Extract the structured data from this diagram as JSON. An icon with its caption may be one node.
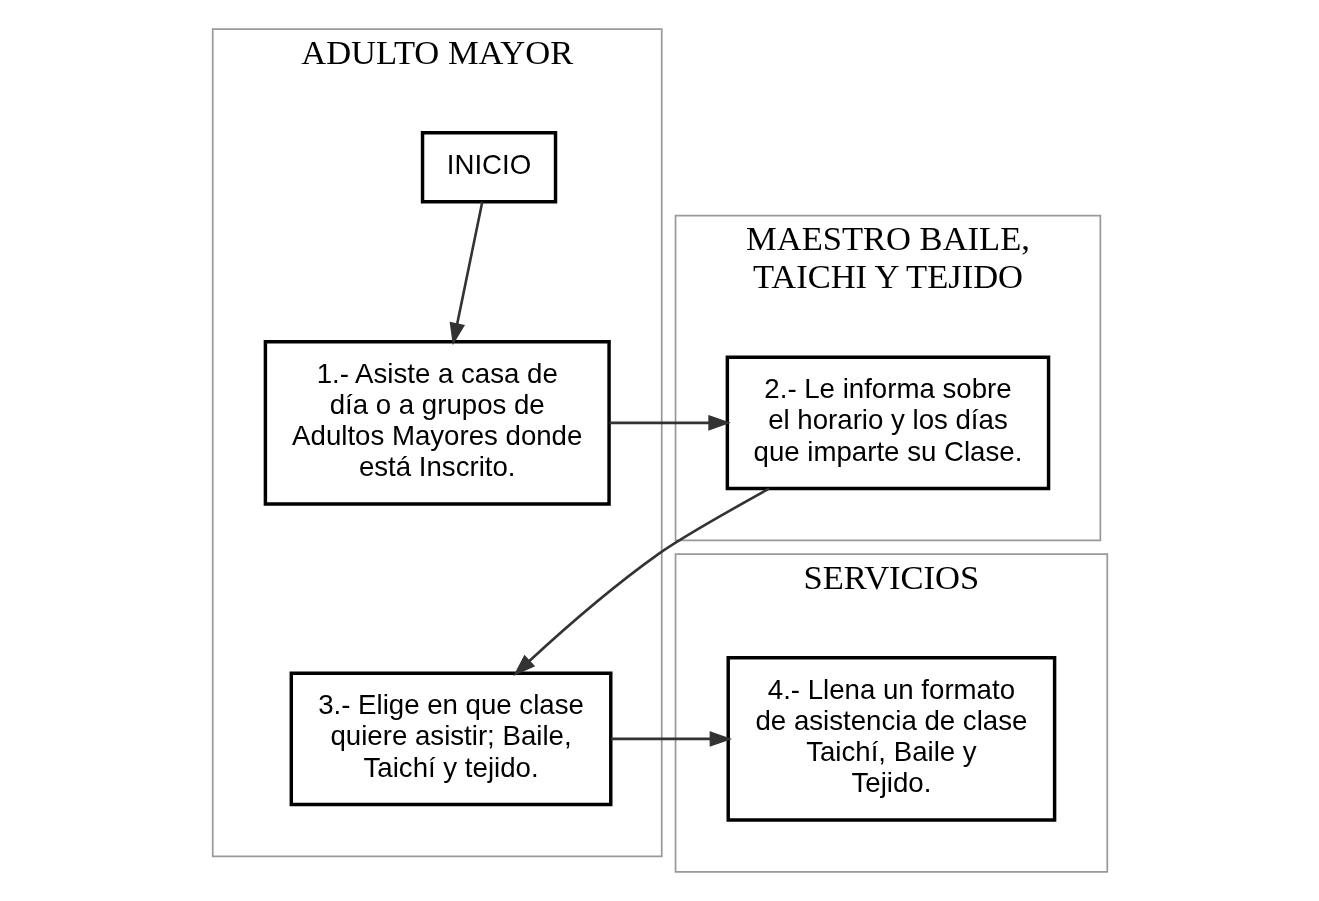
{
  "diagram": {
    "nodes": [
      {
        "text": [
          "ADULTO MAYOR"
        ]
      },
      {
        "text": [
          "MAESTRO BAILE, TAICHI Y TEJIDO"
        ]
      },
      {
        "text": [
          "SERVICIOS"
        ]
      },
      {
        "text": [
          "INICIO"
        ],
        "in": 0
      },
      {
        "text": [
          "1.- Asiste a casa de día o a grupos de Adultos Mayores donde está Inscrito."
        ],
        "in": 0
      },
      {
        "text": [
          "2.- Le informa sobre el horario y los días que imparte su Clase."
        ],
        "in": 1
      },
      {
        "text": [
          "3.- Elige en que clase quiere asistir; Baile, Taichí y tejido."
        ],
        "in": 0
      },
      {
        "text": [
          "4.- Llena un formato de asistencia de clase Taichí, Baile y Tejido."
        ],
        "in": 2
      }
    ],
    "edges": [
      {
        "from": 3,
        "to": 4,
        "arrow": "to"
      },
      {
        "from": 4,
        "to": 5,
        "arrow": "to"
      },
      {
        "from": 5,
        "to": 6,
        "arrow": "to"
      },
      {
        "from": 6,
        "to": 7,
        "arrow": "to"
      }
    ]
  }
}
